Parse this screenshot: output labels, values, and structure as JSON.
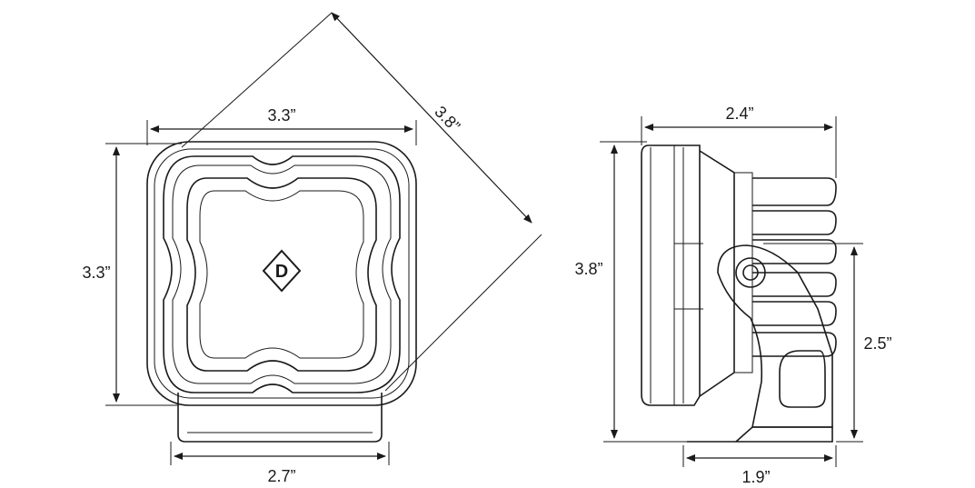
{
  "front_view": {
    "width_top": "3.3”",
    "height_left": "3.3”",
    "diagonal": "3.8”",
    "width_bottom": "2.7”",
    "logo_letter": "D"
  },
  "side_view": {
    "depth_top": "2.4”",
    "height_left": "3.8”",
    "mount_height_right": "2.5”",
    "mount_depth_bottom": "1.9”"
  },
  "colors": {
    "line": "#1a1a1a",
    "background": "#ffffff"
  }
}
